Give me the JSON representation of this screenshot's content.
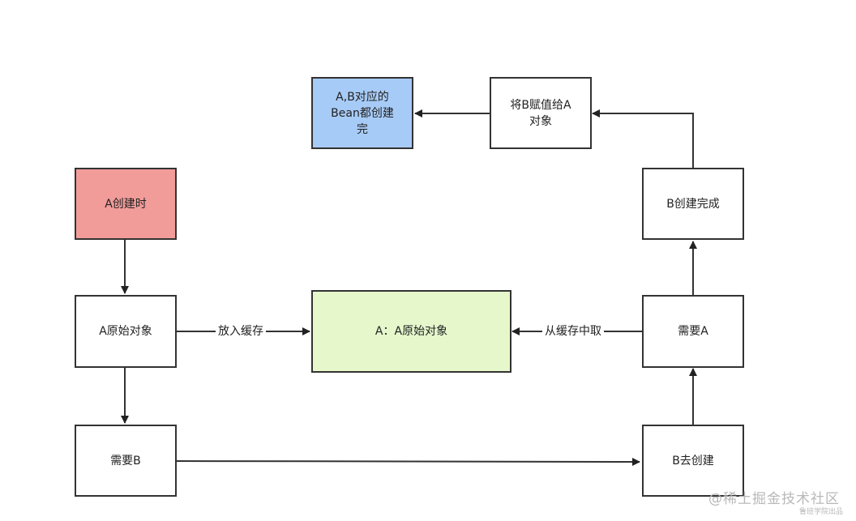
{
  "nodes": {
    "a_created": {
      "label": "A创建时",
      "fill": "#f19c99"
    },
    "a_raw": {
      "label": "A原始对象"
    },
    "need_b": {
      "label": "需要B"
    },
    "cache": {
      "label": "A：A原始对象",
      "fill": "#e6f7cc"
    },
    "b_create": {
      "label": "B去创建"
    },
    "need_a": {
      "label": "需要A"
    },
    "b_done": {
      "label": "B创建完成"
    },
    "assign": {
      "label": "将B赋值给A\n对象"
    },
    "all_done": {
      "label": "A,B对应的\nBean都创建\n完",
      "fill": "#a7cbf7"
    }
  },
  "edges": {
    "put_cache": "放入缓存",
    "get_cache": "从缓存中取"
  },
  "watermark": {
    "main": "@稀土掘金技术社区",
    "sub": "鲁班学院出品"
  },
  "colors": {
    "stroke": "#333333",
    "arrow": "#222222"
  }
}
